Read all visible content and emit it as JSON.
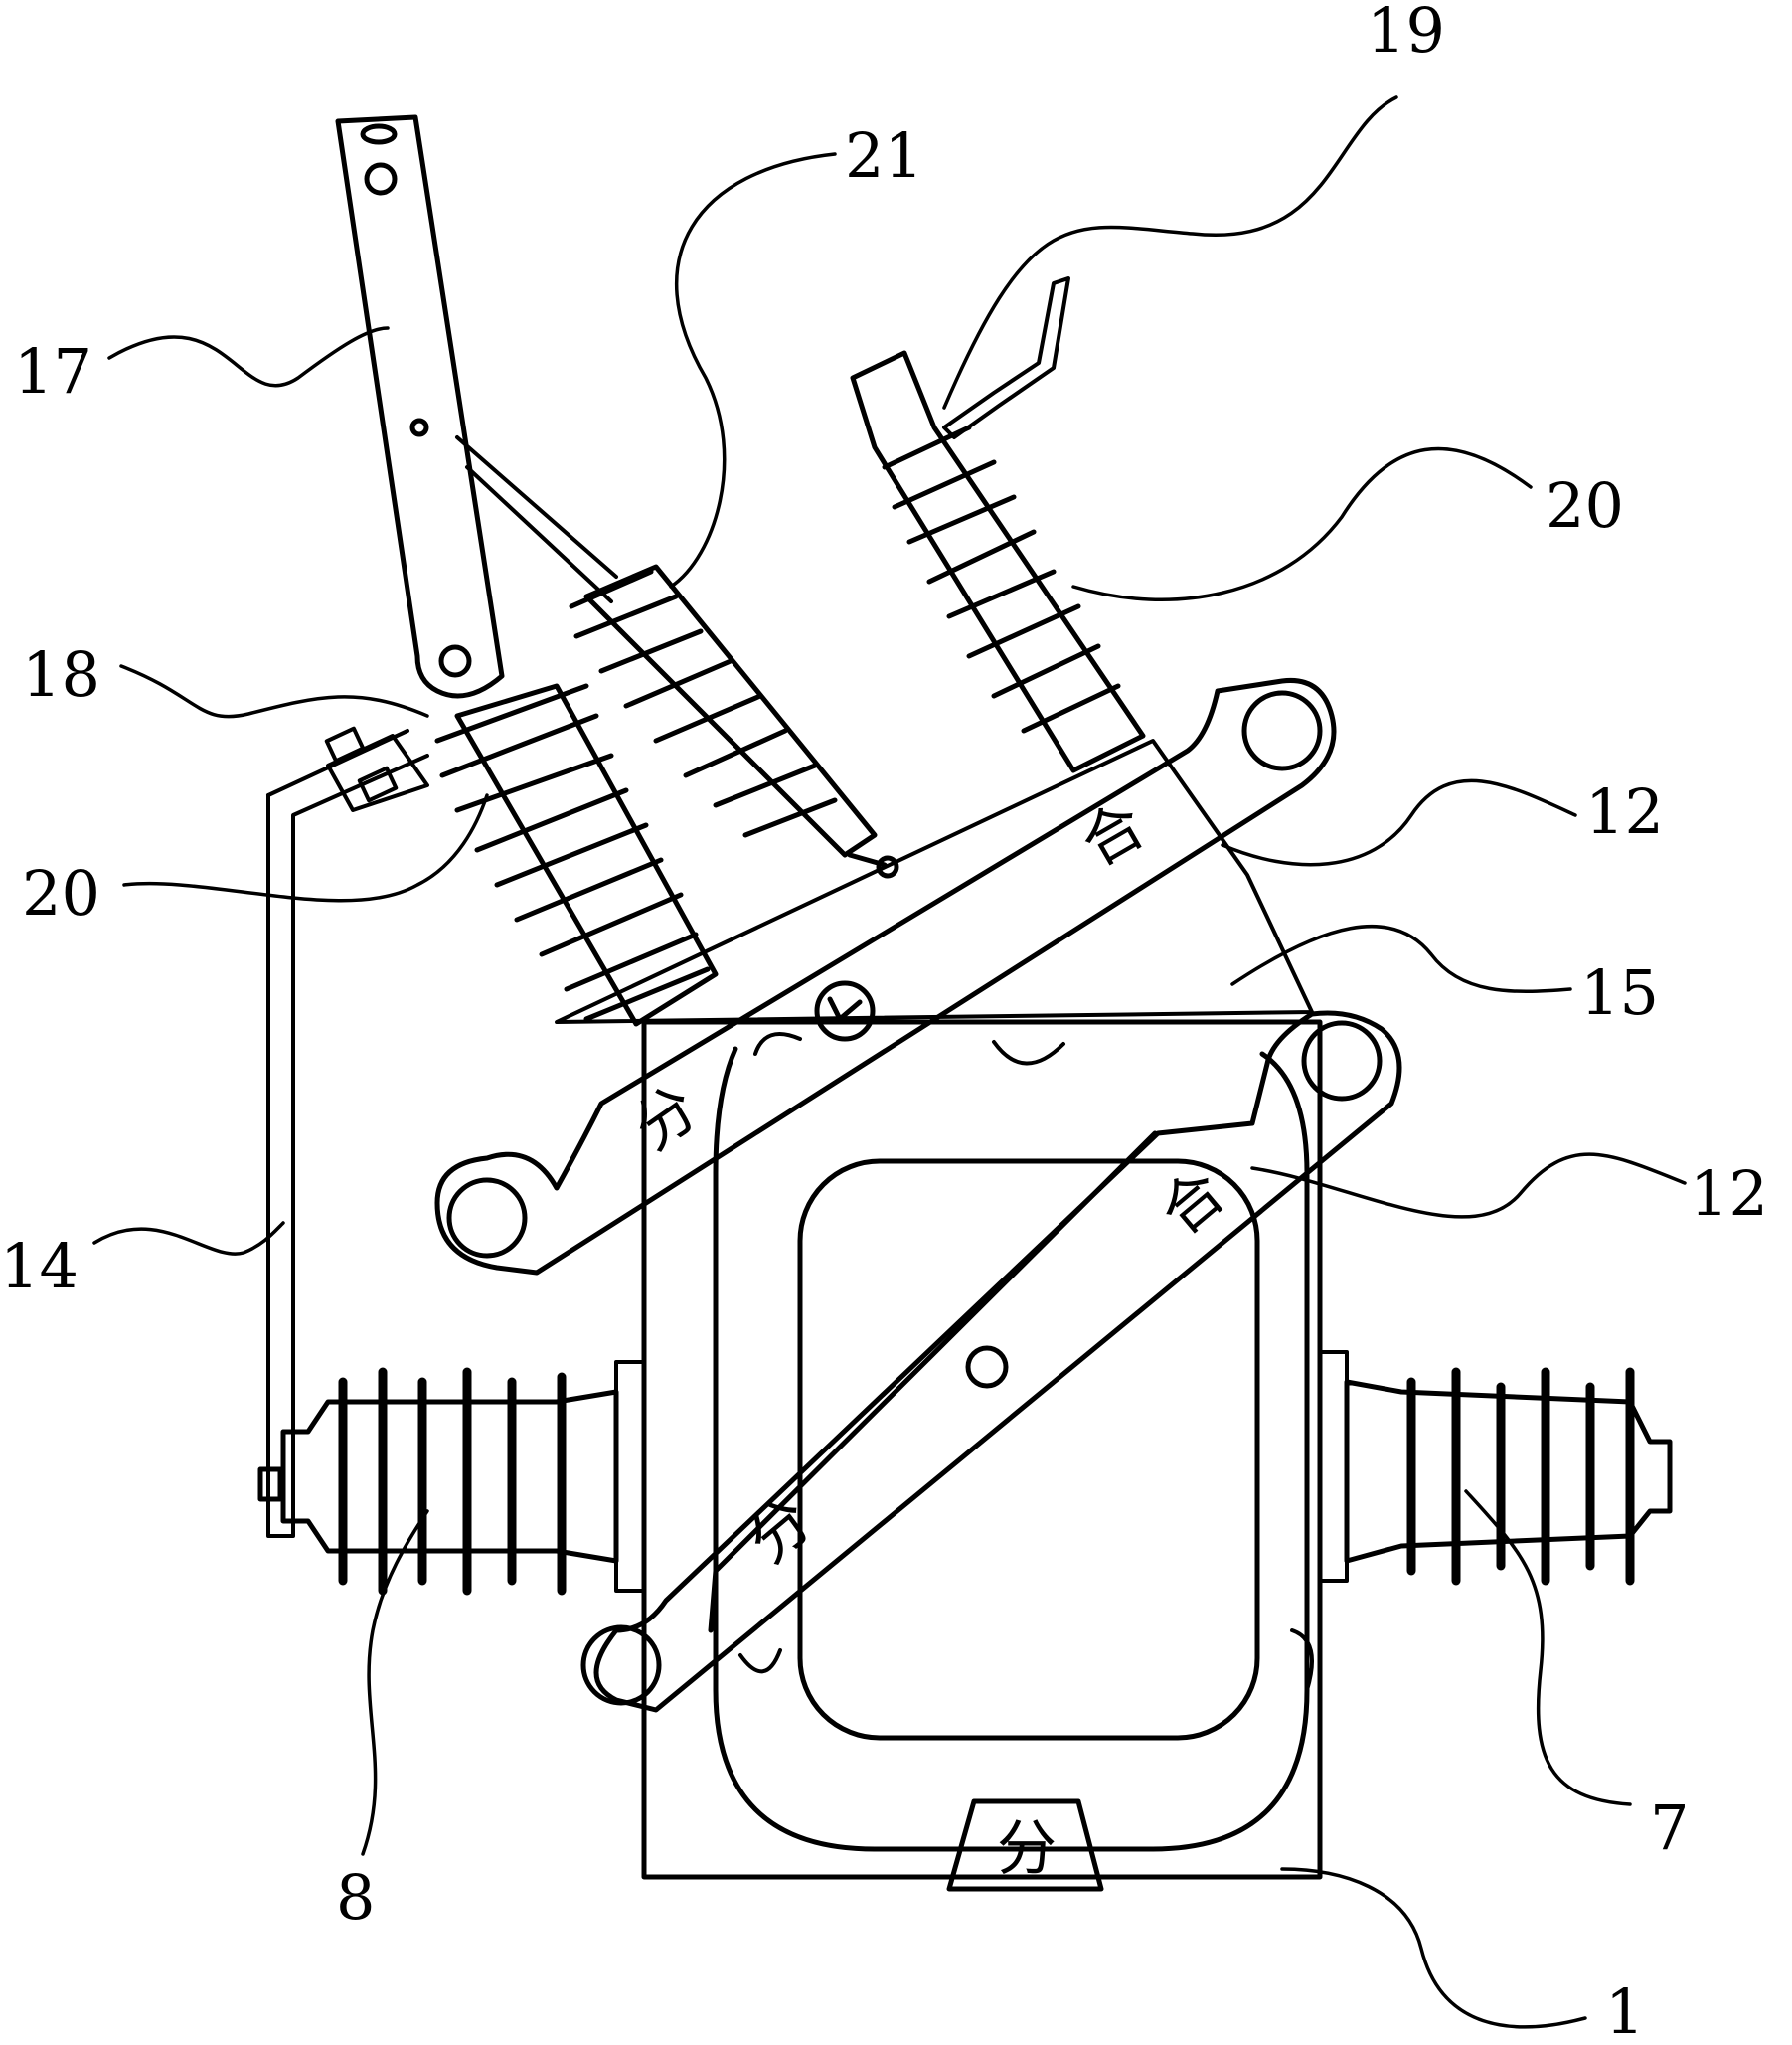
{
  "colors": {
    "ink": "#000000",
    "paper": "#ffffff"
  },
  "reference_numerals": {
    "n19": "19",
    "n21": "21",
    "n17": "17",
    "n20_top": "20",
    "n18": "18",
    "n12_top": "12",
    "n20_left": "20",
    "n15": "15",
    "n12_mid": "12",
    "n14": "14",
    "n8": "8",
    "n7": "7",
    "n1": "1"
  },
  "markings": {
    "upper_lever_close": "合",
    "upper_lever_open": "分",
    "lower_lever_close": "合",
    "lower_lever_open": "分",
    "indicator_window": "分"
  }
}
